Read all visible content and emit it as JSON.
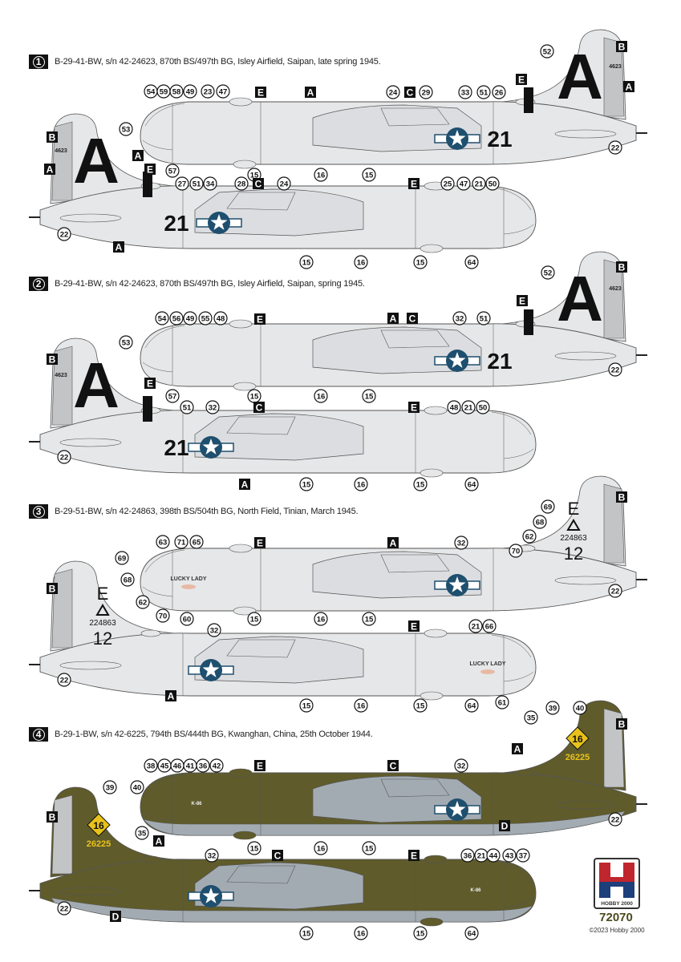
{
  "schemes": [
    {
      "number": "1",
      "title": "B-29-41-BW, s/n 42-24623, 870th BS/497th BG, Isley Airfield, Saipan, late spring 1945.",
      "markings": {
        "tail_letter": "A",
        "buzz_number": "21",
        "tail_serial": "4623"
      },
      "views": [
        {
          "callouts": [
            "54",
            "59",
            "58",
            "49",
            "23",
            "47",
            "E",
            "A",
            "24",
            "C",
            "29",
            "33",
            "51",
            "26",
            "E",
            "52",
            "B",
            "A",
            "22",
            "57",
            "15",
            "16",
            "15"
          ]
        },
        {
          "callouts": [
            "53",
            "B",
            "A",
            "A",
            "E",
            "27",
            "51",
            "34",
            "28",
            "C",
            "24",
            "E",
            "25",
            "47",
            "21",
            "50",
            "22",
            "A",
            "15",
            "16",
            "15",
            "64"
          ]
        }
      ]
    },
    {
      "number": "2",
      "title": "B-29-41-BW, s/n 42-24623, 870th BS/497th BG, Isley Airfield, Saipan, spring 1945.",
      "markings": {
        "tail_letter": "A",
        "buzz_number": "21",
        "tail_serial": "4623"
      },
      "views": [
        {
          "callouts": [
            "52",
            "B",
            "E",
            "A",
            "C",
            "32",
            "51",
            "54",
            "56",
            "49",
            "55",
            "48",
            "E",
            "57",
            "15",
            "16",
            "15",
            "22"
          ]
        },
        {
          "callouts": [
            "B",
            "53",
            "E",
            "51",
            "32",
            "C",
            "E",
            "48",
            "21",
            "50",
            "22",
            "A",
            "15",
            "16",
            "15",
            "64"
          ]
        }
      ]
    },
    {
      "number": "3",
      "title": "B-29-51-BW, s/n 42-24863, 398th BS/504th BG, North Field, Tinian, March 1945.",
      "markings": {
        "tail_letter": "E",
        "buzz_number": "12",
        "tail_serial": "224863",
        "nose_art": "LUCKY LADY"
      },
      "views": [
        {
          "callouts": [
            "69",
            "68",
            "B",
            "62",
            "70",
            "63",
            "71",
            "65",
            "E",
            "A",
            "32",
            "60",
            "15",
            "16",
            "15",
            "22"
          ]
        },
        {
          "callouts": [
            "B",
            "69",
            "68",
            "62",
            "70",
            "32",
            "E",
            "21",
            "66",
            "22",
            "A",
            "15",
            "16",
            "15",
            "64",
            "61"
          ]
        }
      ]
    },
    {
      "number": "4",
      "title": "B-29-1-BW, s/n 42-6225, 794th BS/444th BG, Kwanghan, China, 25th October 1944.",
      "markings": {
        "tail_number": "16",
        "tail_serial": "26225",
        "nose_code": "K-86"
      },
      "views": [
        {
          "callouts": [
            "39",
            "40",
            "35",
            "A",
            "B",
            "38",
            "45",
            "46",
            "41",
            "36",
            "42",
            "E",
            "C",
            "32",
            "22",
            "D",
            "15",
            "16",
            "15"
          ]
        },
        {
          "callouts": [
            "39",
            "40",
            "B",
            "35",
            "A",
            "32",
            "C",
            "E",
            "36",
            "21",
            "44",
            "43",
            "37",
            "22",
            "D",
            "15",
            "16",
            "15",
            "64"
          ]
        }
      ]
    }
  ],
  "logo": {
    "brand": "HOBBY 2000",
    "catalog_number": "72070",
    "copyright": "©2023 Hobby 2000"
  },
  "colors": {
    "aluminum": "#e6e7e8",
    "olive_drab": "#5f5b2b",
    "neutral_gray": "#a3abb2",
    "insignia_blue": "#1f4f6e",
    "rudder_gray": "#c3c4c6",
    "yellow": "#e8c21a",
    "logo_red": "#c0262d",
    "logo_blue": "#1d3f7a"
  }
}
